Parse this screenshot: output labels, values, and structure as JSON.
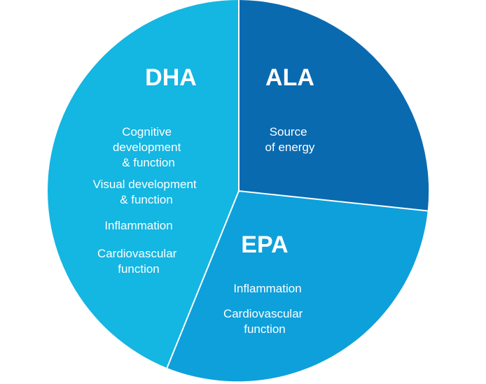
{
  "diagram": {
    "segments": [
      {
        "id": "ala",
        "label": "ALA",
        "color": "#0a6ab0",
        "functions": [
          {
            "lines": [
              "Source",
              "of energy"
            ]
          }
        ]
      },
      {
        "id": "epa",
        "label": "EPA",
        "color": "#0ea0db",
        "functions": [
          {
            "lines": [
              "Inflammation"
            ]
          },
          {
            "lines": [
              "Cardiovascular",
              "function"
            ]
          }
        ]
      },
      {
        "id": "dha",
        "label": "DHA",
        "color": "#14b6e2",
        "functions": [
          {
            "lines": [
              "Cognitive",
              "development",
              "& function"
            ]
          },
          {
            "lines": [
              "Visual development",
              "& function"
            ]
          },
          {
            "lines": [
              "Inflammation"
            ]
          },
          {
            "lines": [
              "Cardiovascular",
              "function"
            ]
          }
        ]
      }
    ]
  }
}
